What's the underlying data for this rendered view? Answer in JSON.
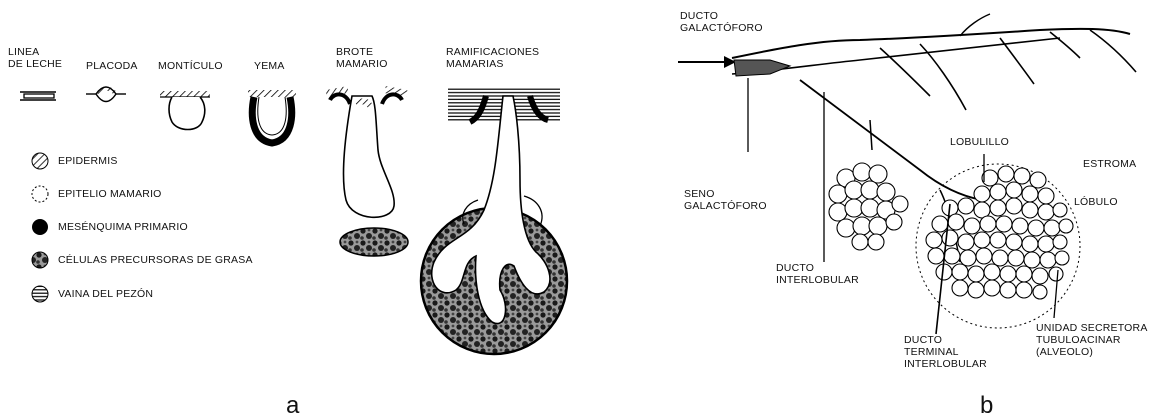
{
  "panel_a": {
    "letter": "a",
    "stages": [
      {
        "label": "LINEA\nDE LECHE"
      },
      {
        "label": "PLACODA"
      },
      {
        "label": "MONTÍCULO"
      },
      {
        "label": "YEMA"
      },
      {
        "label": "BROTE\nMAMARIO"
      },
      {
        "label": "RAMIFICACIONES\nMAMARIAS"
      }
    ],
    "legend": [
      {
        "label": "EPIDERMIS",
        "icon": "hatched-circle-icon"
      },
      {
        "label": "EPITELIO MAMARIO",
        "icon": "dashed-circle-icon"
      },
      {
        "label": "MESÉNQUIMA PRIMARIO",
        "icon": "solid-circle-icon"
      },
      {
        "label": "CÉLULAS PRECURSORAS DE GRASA",
        "icon": "blob-circle-icon"
      },
      {
        "label": "VAINA DEL PEZÓN",
        "icon": "striped-circle-icon"
      }
    ]
  },
  "panel_b": {
    "letter": "b",
    "labels": {
      "ducto_galactoforo": "DUCTO\nGALACTÓFORO",
      "lobulillo": "LOBULILLO",
      "estroma": "ESTROMA",
      "seno_galactoforo": "SENO\nGALACTÓFORO",
      "lobulo": "LÓBULO",
      "ducto_interlobular": "DUCTO\nINTERLOBULAR",
      "ducto_terminal": "DUCTO\nTERMINAL\nINTERLOBULAR",
      "unidad_secretora": "UNIDAD SECRETORA\nTUBULOACINAR\n(ALVEOLO)"
    }
  }
}
